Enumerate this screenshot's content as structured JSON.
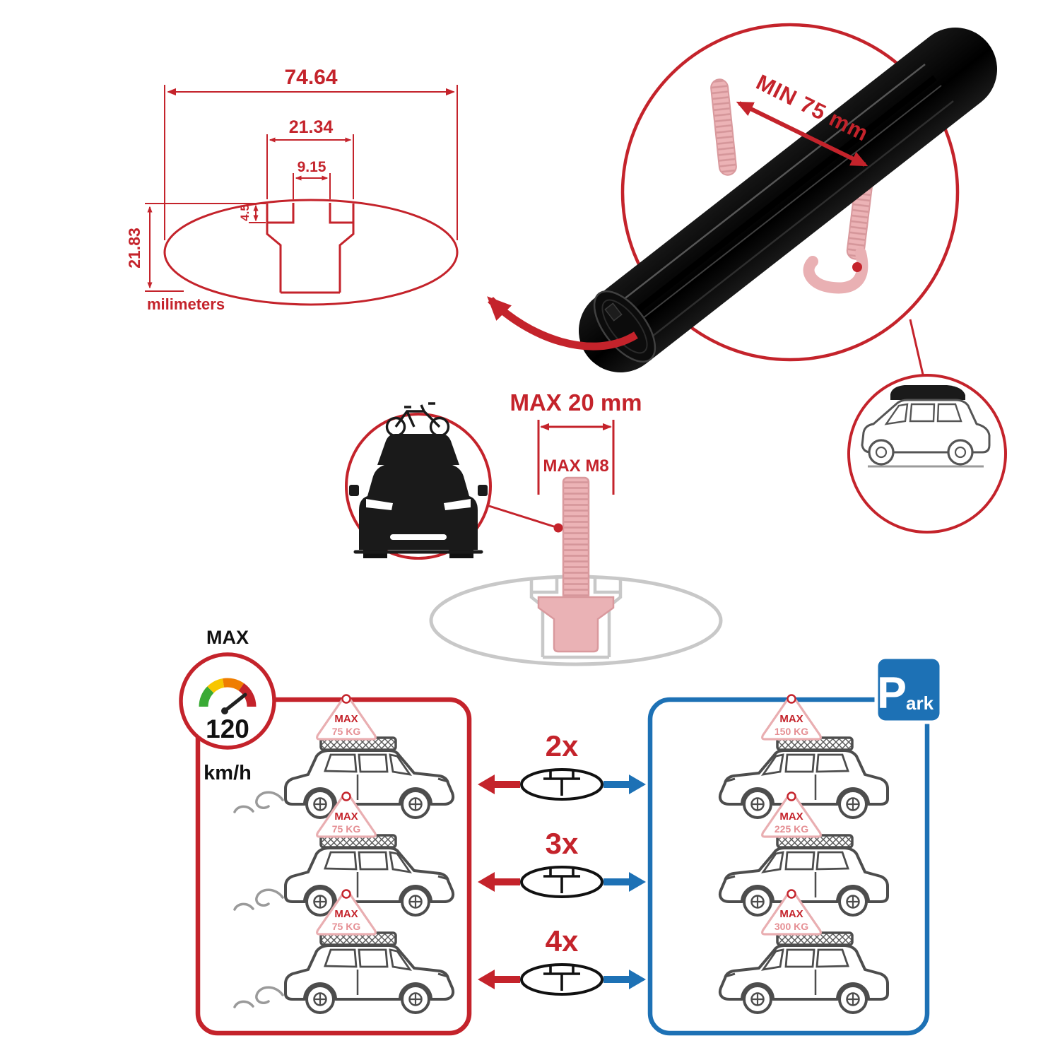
{
  "colors": {
    "accent_red": "#c4232b",
    "accent_blue": "#1d71b5",
    "pink": "#eab2b5",
    "black": "#1a1a1a",
    "car_outline": "#4d4d4d",
    "gauge_green": "#3aaa35",
    "gauge_yellow": "#f7c600",
    "gauge_orange": "#ef7d00"
  },
  "cross_section": {
    "total_width": "74.64",
    "slot_outer_width": "21.34",
    "slot_inner_width": "9.15",
    "lip_depth": "4.5",
    "total_height": "21.83",
    "units_label": "milimeters"
  },
  "crossbar_detail": {
    "min_span_label": "MIN 75 mm"
  },
  "bolt_detail": {
    "max_width_label": "MAX 20 mm",
    "max_thread_label": "MAX M8"
  },
  "speed_limit": {
    "title": "MAX",
    "value": "120",
    "unit": "km/h"
  },
  "driving_panel": {
    "cars": [
      {
        "tag_title": "MAX",
        "tag_value": "75 KG"
      },
      {
        "tag_title": "MAX",
        "tag_value": "75 KG"
      },
      {
        "tag_title": "MAX",
        "tag_value": "75 KG"
      }
    ]
  },
  "parking_panel": {
    "sign_initial": "P",
    "sign_rest": "ark",
    "cars": [
      {
        "tag_title": "MAX",
        "tag_value": "150 KG"
      },
      {
        "tag_title": "MAX",
        "tag_value": "225 KG"
      },
      {
        "tag_title": "MAX",
        "tag_value": "300 KG"
      }
    ]
  },
  "bar_multipliers": [
    {
      "label": "2x"
    },
    {
      "label": "3x"
    },
    {
      "label": "4x"
    }
  ]
}
